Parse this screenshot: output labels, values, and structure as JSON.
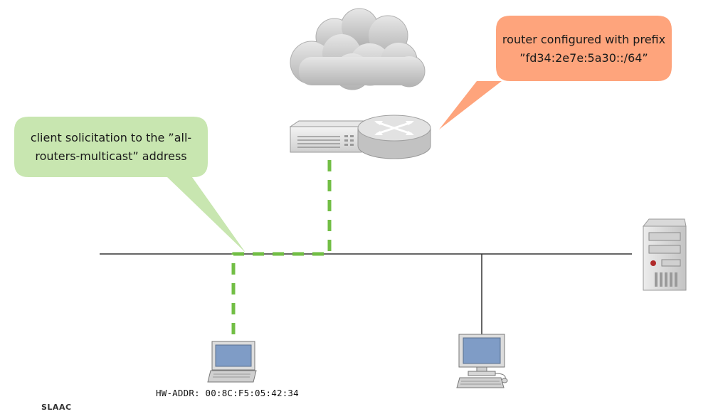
{
  "diagram": {
    "callout_router": {
      "line1": "router configured with prefix",
      "line2": "”fd34:2e7e:5a30::/64”",
      "color": "#fea47c"
    },
    "callout_client": {
      "line1": "client solicitation to the ”all-",
      "line2": "routers-multicast” address",
      "color": "#c8e6b0"
    },
    "laptop_hw_addr": "HW-ADDR: 00:8C:F5:05:42:34",
    "footer": "SLAAC",
    "path_color": "#72be45",
    "nodes": [
      "cloud-icon",
      "router-icon",
      "laptop-icon",
      "desktop-icon",
      "server-icon"
    ]
  }
}
